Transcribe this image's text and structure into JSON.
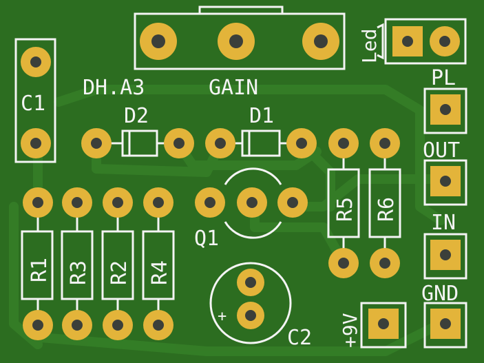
{
  "board": {
    "colors": {
      "substrate": "#2c6d20",
      "trace": "#3a8a2a",
      "silkscreen": "#f4f4f4",
      "pad": "#e3b43a",
      "drill": "#3b3f3a"
    }
  },
  "labels": {
    "c1": "C1",
    "dh_a3": "DH.A3",
    "gain": "GAIN",
    "d2": "D2",
    "d1": "D1",
    "led": "Led",
    "pl": "PL",
    "out": "OUT",
    "in": "IN",
    "gnd": "GND",
    "r1": "R1",
    "r3": "R3",
    "r2": "R2",
    "r4": "R4",
    "r5": "R5",
    "r6": "R6",
    "q1": "Q1",
    "c2": "C2",
    "plus": "+",
    "v9": "+9V"
  }
}
